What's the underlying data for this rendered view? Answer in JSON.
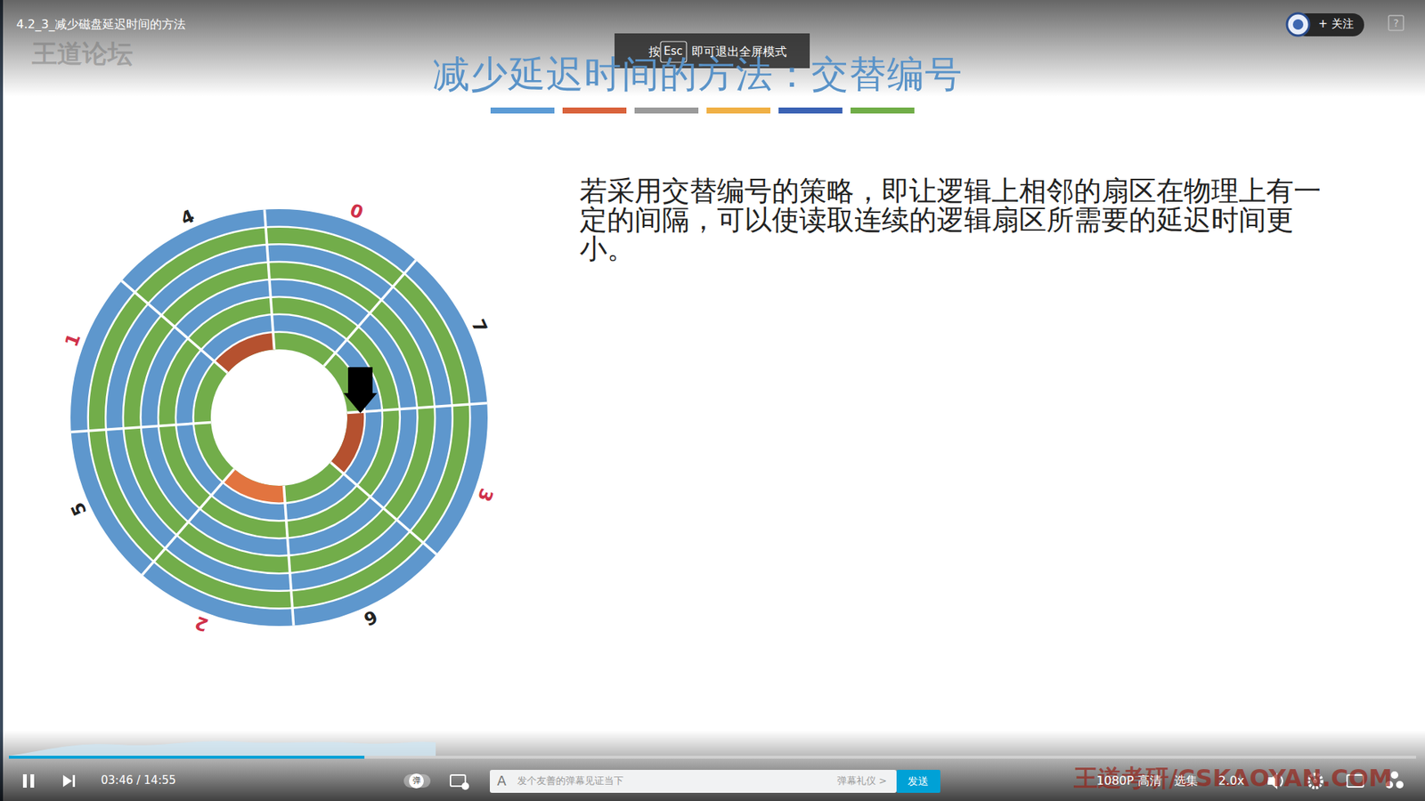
{
  "diagram": {
    "title": "减少延迟时间的方法：交替编号",
    "labels": [
      "4.2_3_减少磁盘延迟时间的方法",
      "王道论坛",
      "按",
      "Esc",
      "即可退出全屏模式",
      "+ 关注",
      "?",
      "若采用交替编号的策略，即让逻辑上相邻的扇区在物理上有一定的间隔，可以使读取连续的逻辑扇区所需要的延迟时间更小。",
      "0",
      "7",
      "3",
      "6",
      "2",
      "5",
      "1",
      "4",
      "03:46 / 14:55",
      "弹",
      "A",
      "发个友善的弹幕见证当下",
      "弹幕礼仪 >",
      "发送",
      "王道考研/CSKAOYAN.COM",
      "1080P 高清",
      "选集",
      "2.0x"
    ]
  }
}
